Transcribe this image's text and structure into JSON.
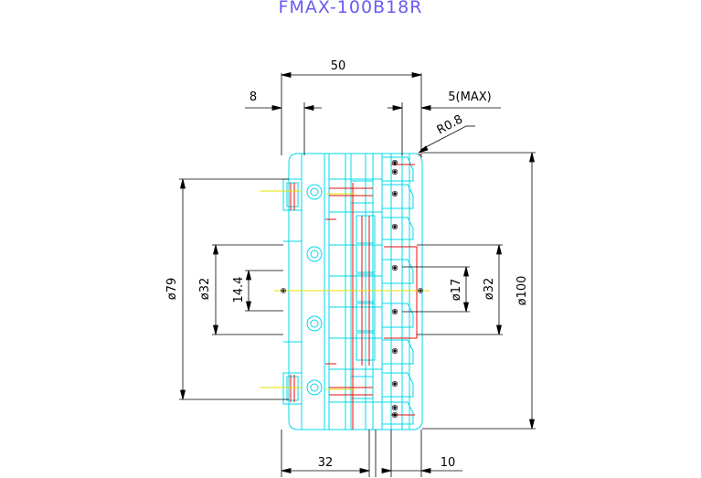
{
  "title": "FMAX-100B18R",
  "dimensions": {
    "top_width": "50",
    "left_offset": "8",
    "right_offset": "5(MAX)",
    "radius": "R0.8",
    "dia_79": "ø79",
    "dia_32_left": "ø32",
    "dim_14_4": "14.4",
    "dia_17": "ø17",
    "dia_32_right": "ø32",
    "dia_100": "ø100",
    "bottom_32": "32",
    "bottom_10": "10"
  },
  "colors": {
    "title": "#6a5cf0",
    "dimension": "#000000",
    "outline": "#00d8e8",
    "detail": "#e01010",
    "centerline": "#e8e000"
  }
}
